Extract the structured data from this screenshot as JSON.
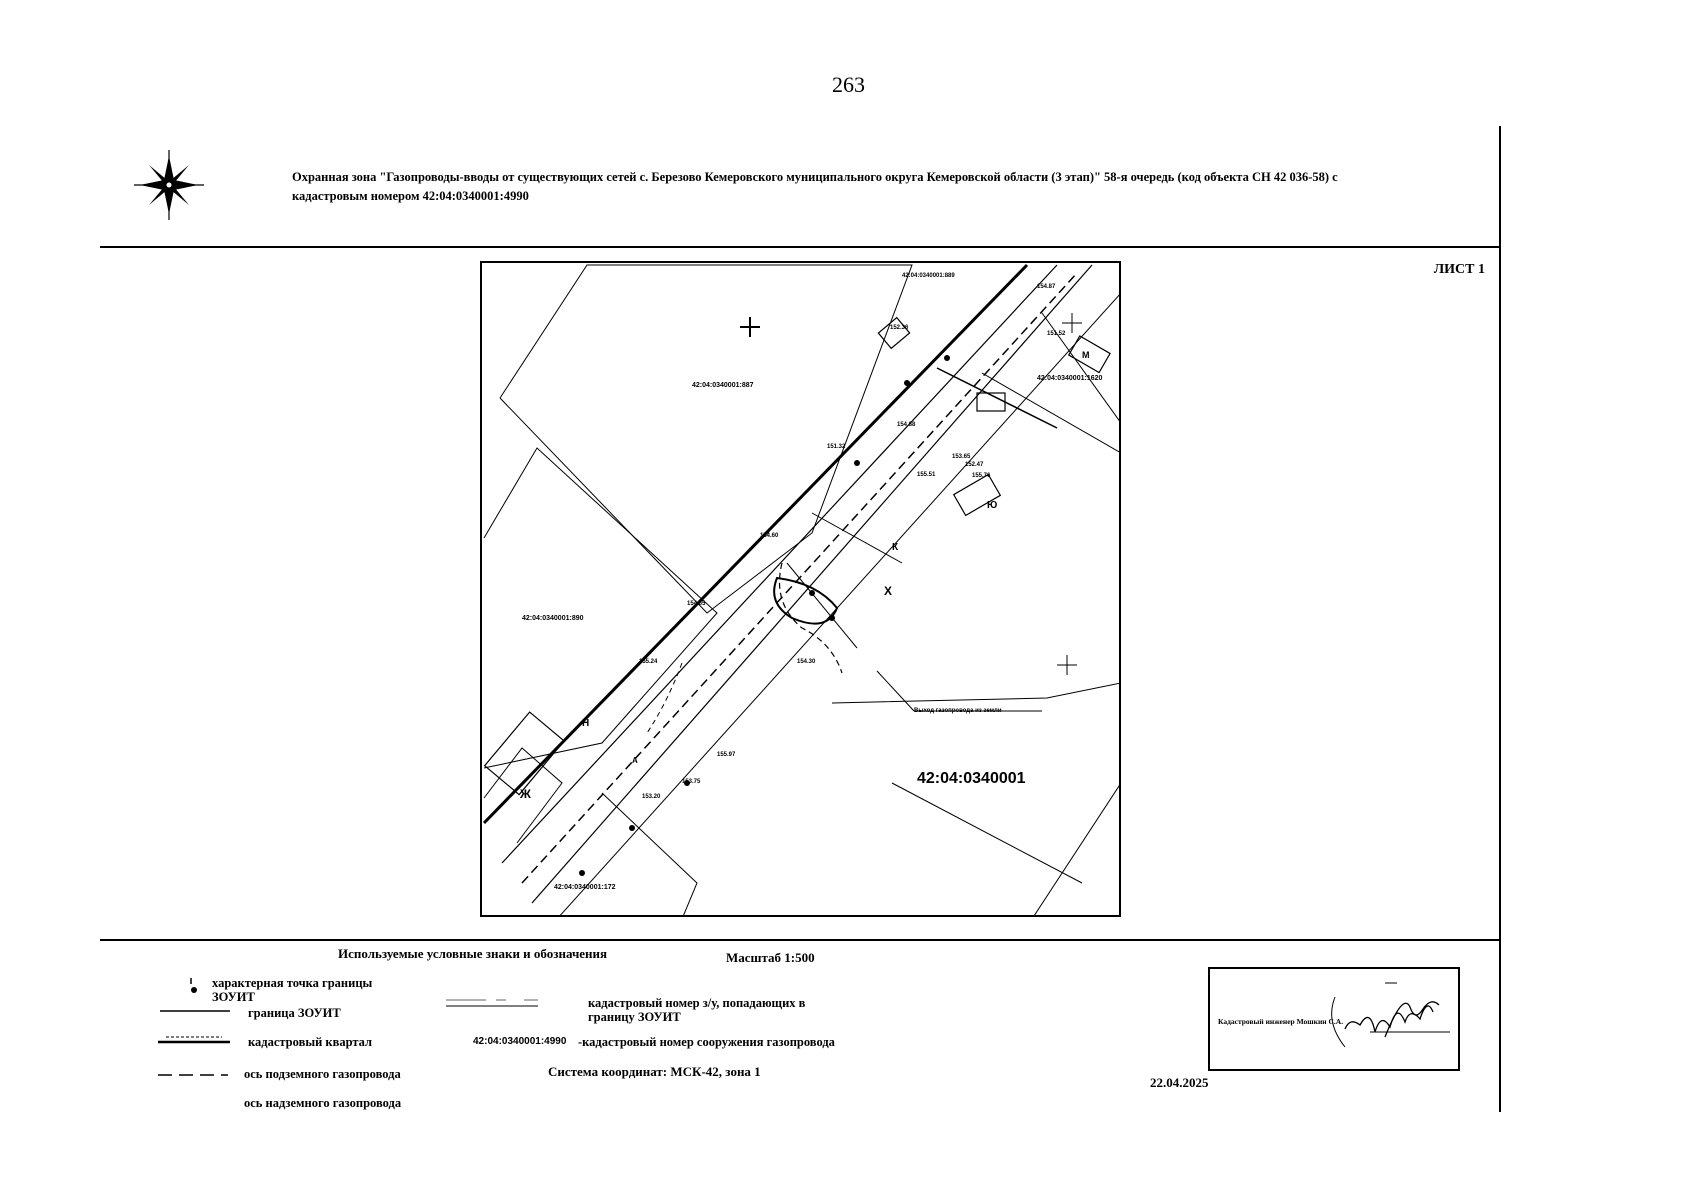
{
  "page": {
    "number": "263",
    "sheet_label": "ЛИСТ 1"
  },
  "header": {
    "title_line1": "Охранная зона \"Газопроводы-вводы от существующих сетей с. Березово Кемеровского муниципального округа Кемеровской области (3 этап)\" 58-я очередь (код объекта СН 42 036-58) с",
    "title_line2": "кадастровым номером 42:04:0340001:4990",
    "north_arrow_icon": "compass-rose-icon"
  },
  "map": {
    "quarter_label": "42:04:0340001",
    "parcel_labels": {
      "parcel_top": "42:04:0340001:887",
      "parcel_left": "42:04:0340001:890",
      "parcel_right_top": "42:04:0340001:1620",
      "parcel_bottom": "42:04:0340001:172",
      "parcel_top_edge": "42:04:0340001:889"
    },
    "annotations": {
      "leader_note": "Выход газопровода из земли",
      "area_label_1": "Ж",
      "area_label_2": "Н",
      "area_label_3": "К",
      "area_label_4": "Х",
      "area_label_5": "Ю",
      "area_label_6": "А",
      "area_label_7": "М"
    },
    "dimension_labels": [
      "154.87",
      "151.52",
      "152.36",
      "154.88",
      "153.65",
      "151.32",
      "152.47",
      "155.51",
      "154.60",
      "154.65",
      "155.24",
      "154.30",
      "155.97",
      "153.75",
      "153.20",
      "155.76"
    ]
  },
  "legend": {
    "heading": "Используемые условные знаки и обозначения",
    "items": {
      "characteristic_point": "характерная точка границы ЗОУИТ",
      "zouit_boundary": "граница ЗОУИТ",
      "cadastral_quarter": "кадастровый квартал",
      "underground_axis": "ось подземного газопровода",
      "aboveground_axis": "ось надземного газопровода",
      "parcel_number_desc": "кадастровый номер з/у, попадающих в границу ЗОУИТ",
      "structure_number_value": "42:04:0340001:4990",
      "structure_number_desc": "-кадастровый номер сооружения газопровода"
    }
  },
  "scale": "Масштаб 1:500",
  "coordinate_system": "Система координат: МСК-42, зона 1",
  "date": "22.04.2025",
  "stamp": {
    "text": "Кадастровый инженер Мошкин С.А."
  }
}
